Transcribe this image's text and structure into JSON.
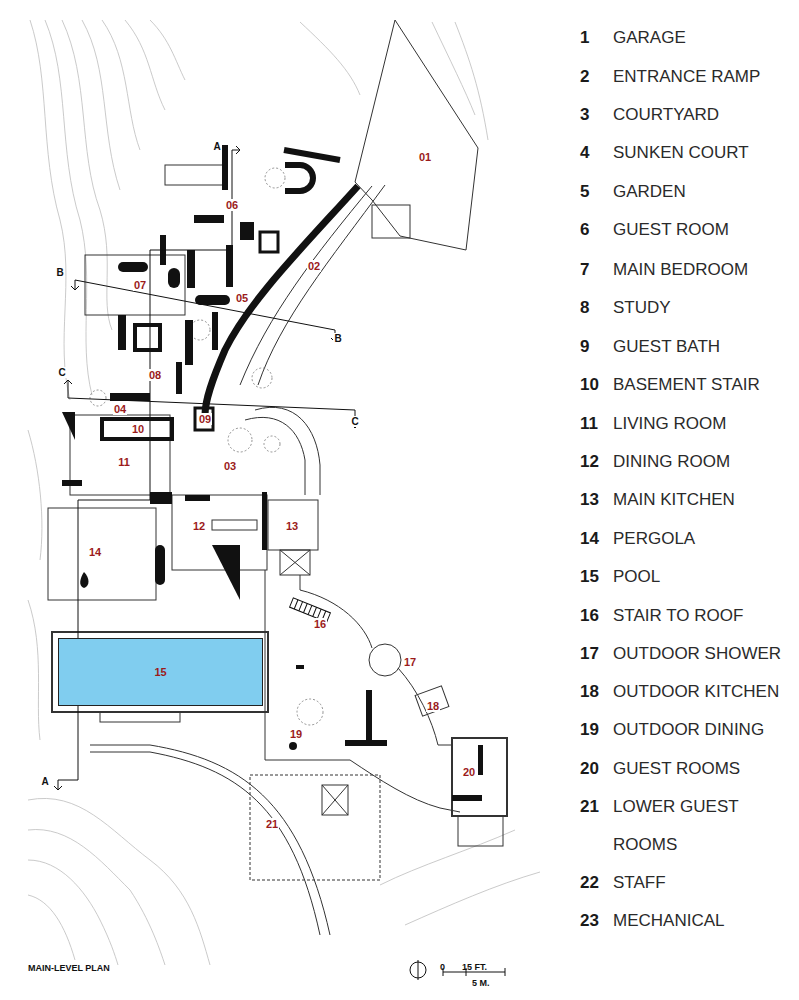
{
  "diagram": {
    "title": "MAIN-LEVEL PLAN",
    "nodes": [
      {
        "text": [
          "15"
        ]
      }
    ],
    "labels": [
      "01",
      "02",
      "03",
      "04",
      "05",
      "06",
      "07",
      "08",
      "09",
      "10",
      "11",
      "12",
      "13",
      "14",
      "16",
      "17",
      "18",
      "19",
      "20",
      "21",
      "A",
      "A",
      "B",
      "B",
      "C",
      "C",
      "1",
      "GARAGE",
      "2",
      "ENTRANCE RAMP",
      "3",
      "COURTYARD",
      "4",
      "SUNKEN COURT",
      "5",
      "GARDEN",
      "6",
      "GUEST ROOM",
      "7",
      "MAIN BEDROOM",
      "8",
      "STUDY",
      "9",
      "GUEST BATH",
      "10",
      "BASEMENT STAIR",
      "11",
      "LIVING ROOM",
      "12",
      "DINING ROOM",
      "13",
      "MAIN KITCHEN",
      "14",
      "PERGOLA",
      "15",
      "POOL",
      "16",
      "STAIR TO ROOF",
      "17",
      "OUTDOOR SHOWER",
      "18",
      "OUTDOOR KITCHEN",
      "19",
      "OUTDOOR DINING",
      "20",
      "GUEST ROOMS",
      "21",
      "LOWER GUEST ROOMS",
      "22",
      "STAFF",
      "23",
      "MECHANICAL",
      "0",
      "15 FT.",
      "5 M."
    ]
  }
}
